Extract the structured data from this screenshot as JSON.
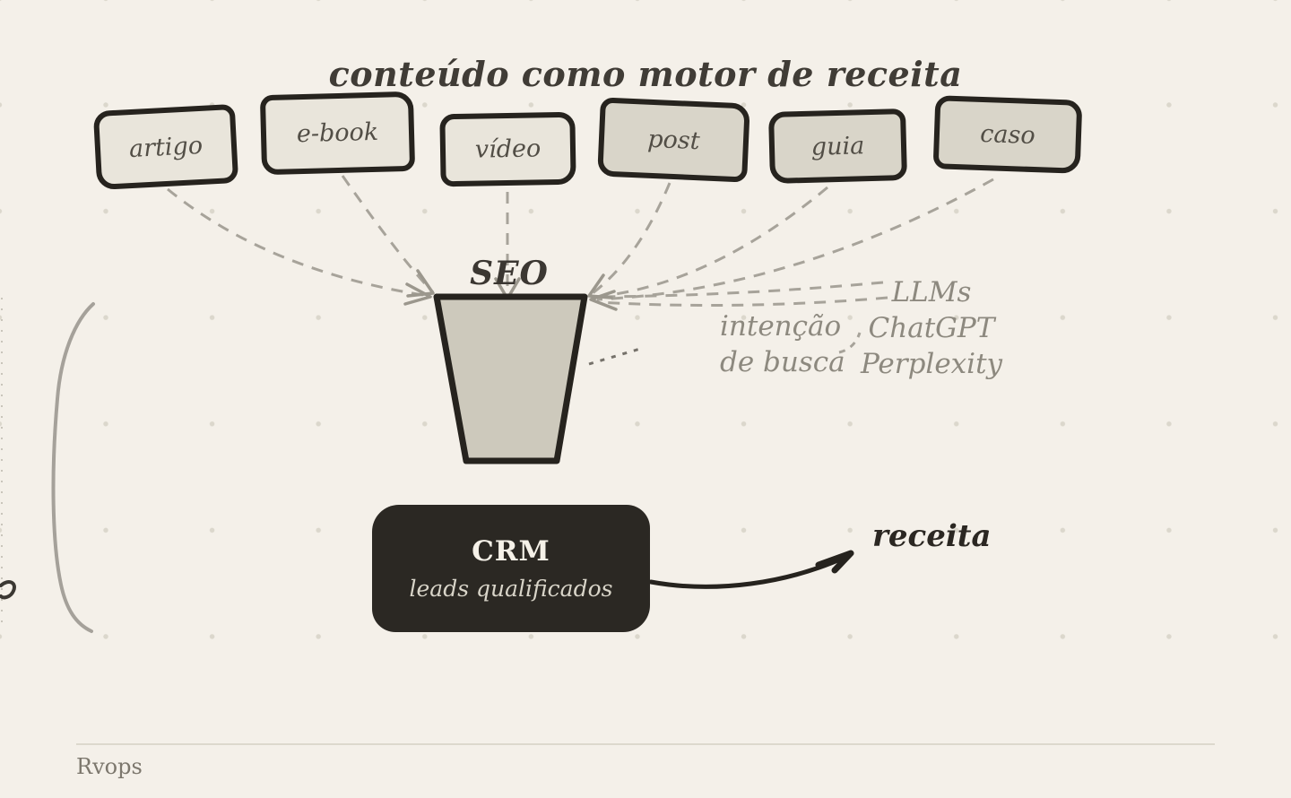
{
  "title": "conteúdo como motor de receita",
  "sources": {
    "artigo": "artigo",
    "ebook": "e-book",
    "video": "vídeo",
    "post": "post",
    "guia": "guia",
    "caso": "caso"
  },
  "funnel": {
    "label": "SEO"
  },
  "search_intent": {
    "line1": "intenção",
    "line2": "de busca"
  },
  "llms": {
    "line1": "LLMs",
    "line2": "ChatGPT",
    "line3": "Perplexity"
  },
  "crm": {
    "title": "CRM",
    "subtitle": "leads qualificados"
  },
  "revenue": {
    "label": "receita"
  },
  "footer": {
    "brand": "Rvops"
  },
  "colors": {
    "background": "#f4f0e9",
    "ink": "#26231e",
    "box_fill_light": "#e9e5db",
    "box_fill_dark": "#d9d5c9",
    "funnel_fill": "#cdc9bc",
    "dashed_line": "#a7a39a",
    "muted_text": "#8d897f",
    "crm_background": "#2b2823",
    "crm_text": "#f5f1e8",
    "dot_grid": "#dbd7cc"
  }
}
